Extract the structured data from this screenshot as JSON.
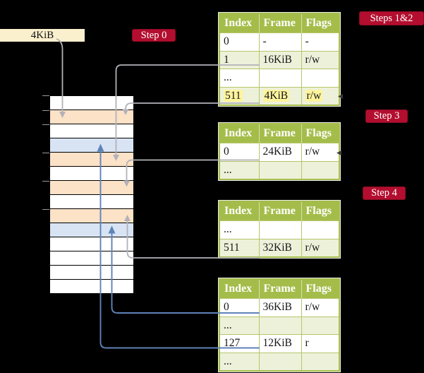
{
  "frame_label": "4KiB",
  "badges": {
    "step0": "Step 0",
    "steps12": "Steps 1&2",
    "step3": "Step 3",
    "step4": "Step 4"
  },
  "tables": [
    {
      "name": "page-table-steps-1-2",
      "headers": [
        "Index",
        "Frame",
        "Flags"
      ],
      "rows": [
        {
          "cells": [
            "0",
            "-",
            "-"
          ],
          "shaded": false,
          "highlighted": false
        },
        {
          "cells": [
            "1",
            "16KiB",
            "r/w"
          ],
          "shaded": true,
          "highlighted": false
        },
        {
          "cells": [
            "...",
            "",
            ""
          ],
          "shaded": false,
          "highlighted": false
        },
        {
          "cells": [
            "511",
            "4KiB",
            "r/w"
          ],
          "shaded": true,
          "highlighted": true
        }
      ]
    },
    {
      "name": "page-table-step-3",
      "headers": [
        "Index",
        "Frame",
        "Flags"
      ],
      "rows": [
        {
          "cells": [
            "0",
            "24KiB",
            "r/w"
          ],
          "shaded": false,
          "highlighted": false
        },
        {
          "cells": [
            "...",
            "",
            ""
          ],
          "shaded": true,
          "highlighted": false
        }
      ]
    },
    {
      "name": "page-table-step-4",
      "headers": [
        "Index",
        "Frame",
        "Flags"
      ],
      "rows": [
        {
          "cells": [
            "...",
            "",
            ""
          ],
          "shaded": false,
          "highlighted": false
        },
        {
          "cells": [
            "511",
            "32KiB",
            "r/w"
          ],
          "shaded": true,
          "highlighted": false
        }
      ]
    },
    {
      "name": "page-table-final",
      "headers": [
        "Index",
        "Frame",
        "Flags"
      ],
      "rows": [
        {
          "cells": [
            "0",
            "36KiB",
            "r/w"
          ],
          "shaded": false,
          "highlighted": false
        },
        {
          "cells": [
            "...",
            "",
            ""
          ],
          "shaded": true,
          "highlighted": false
        },
        {
          "cells": [
            "127",
            "12KiB",
            "r"
          ],
          "shaded": false,
          "highlighted": false
        },
        {
          "cells": [
            "...",
            "",
            ""
          ],
          "shaded": true,
          "highlighted": false
        }
      ]
    }
  ],
  "memory_stack": {
    "rows": [
      {
        "type": "frame-free"
      },
      {
        "type": "page-table"
      },
      {
        "type": "frame-free"
      },
      {
        "type": "mapped-page"
      },
      {
        "type": "page-table"
      },
      {
        "type": "frame-free"
      },
      {
        "type": "page-table"
      },
      {
        "type": "frame-free"
      },
      {
        "type": "page-table"
      },
      {
        "type": "mapped-page"
      },
      {
        "type": "frame-free"
      },
      {
        "type": "frame-free"
      },
      {
        "type": "frame-free"
      },
      {
        "type": "frame-free"
      }
    ]
  },
  "colors": {
    "red": "#b30e2f",
    "cream": "#fbf0cd",
    "orange": "#fce2c7",
    "blue": "#d8e4f4",
    "green-header": "#a4bd4a",
    "green-border": "#a4bd4a",
    "green-grid": "#b5c669",
    "green-row": "#edf1da",
    "yellow": "#fdf49e",
    "arrow-gray": "#b2b2b9",
    "arrow-blue": "#5e83b8"
  }
}
